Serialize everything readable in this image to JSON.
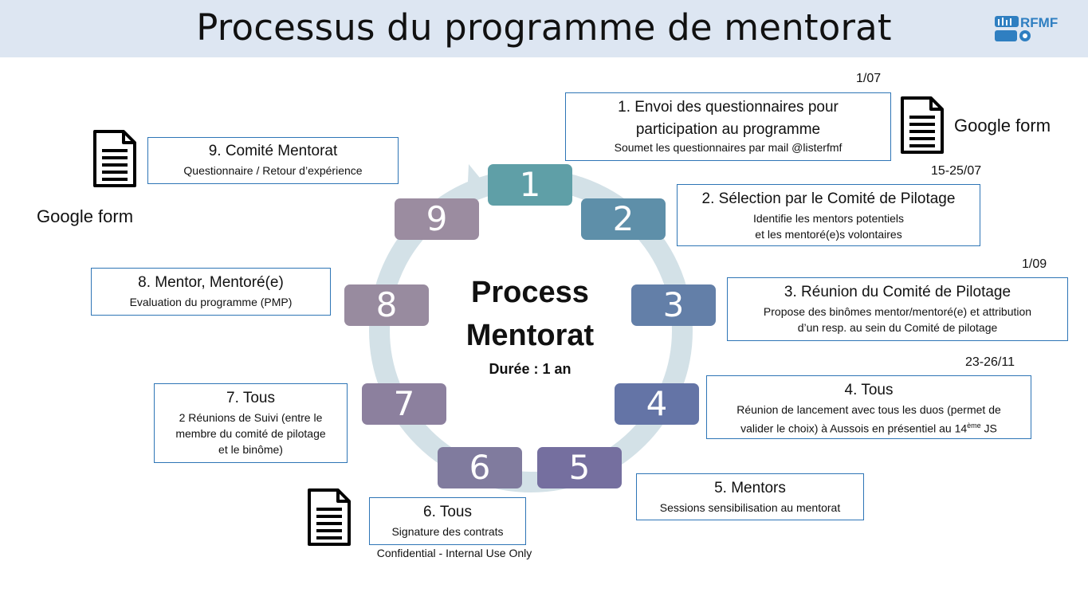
{
  "title": "Processus du programme de mentorat",
  "logo": {
    "text": "RFMF",
    "icon": "rfmf-logo-icon"
  },
  "center": {
    "line1": "Process",
    "line2": "Mentorat",
    "duration": "Durée : 1 an"
  },
  "steps": [
    {
      "n": "1",
      "color": "#5f9fa7"
    },
    {
      "n": "2",
      "color": "#5e8fa9"
    },
    {
      "n": "3",
      "color": "#637fa8"
    },
    {
      "n": "4",
      "color": "#6474a6"
    },
    {
      "n": "5",
      "color": "#756f9f"
    },
    {
      "n": "6",
      "color": "#807b9e"
    },
    {
      "n": "7",
      "color": "#8c809e"
    },
    {
      "n": "8",
      "color": "#988b9f"
    },
    {
      "n": "9",
      "color": "#9b8ca0"
    }
  ],
  "boxes": {
    "b1": {
      "h": "1. Envoi des questionnaires pour",
      "h2": "participation au programme",
      "s": "Soumet les questionnaires par mail @listerfmf"
    },
    "b2": {
      "h": "2.  Sélection par le Comité de Pilotage",
      "s1": "Identifie les mentors potentiels",
      "s2": "et les mentoré(e)s volontaires"
    },
    "b3": {
      "h": "3. Réunion du Comité de Pilotage",
      "s1": "Propose des binômes mentor/mentoré(e) et attribution",
      "s2": "d’un resp. au sein du Comité de pilotage"
    },
    "b4": {
      "h": "4. Tous",
      "s1": "Réunion de lancement avec tous les duos (permet de",
      "s2": "valider le choix) à Aussois en présentiel au 14",
      "sup": "ème",
      "s3": " JS"
    },
    "b5": {
      "h": "5. Mentors",
      "s": "Sessions sensibilisation au mentorat"
    },
    "b6": {
      "h": "6. Tous",
      "s": "Signature des contrats"
    },
    "b7": {
      "h": "7. Tous",
      "s1": "2 Réunions de Suivi (entre le",
      "s2": "membre du comité de pilotage",
      "s3": "et le binôme)"
    },
    "b8": {
      "h": "8. Mentor, Mentoré(e)",
      "s": "Evaluation du programme (PMP)"
    },
    "b9": {
      "h": "9. Comité Mentorat",
      "s": "Questionnaire / Retour d’expérience"
    }
  },
  "dates": {
    "d1": "1/07",
    "d2": "15-25/07",
    "d3": "1/09",
    "d4": "23-26/11"
  },
  "google_form": {
    "right": "Google form",
    "left": "Google form"
  },
  "footer": "Confidential - Internal Use Only"
}
